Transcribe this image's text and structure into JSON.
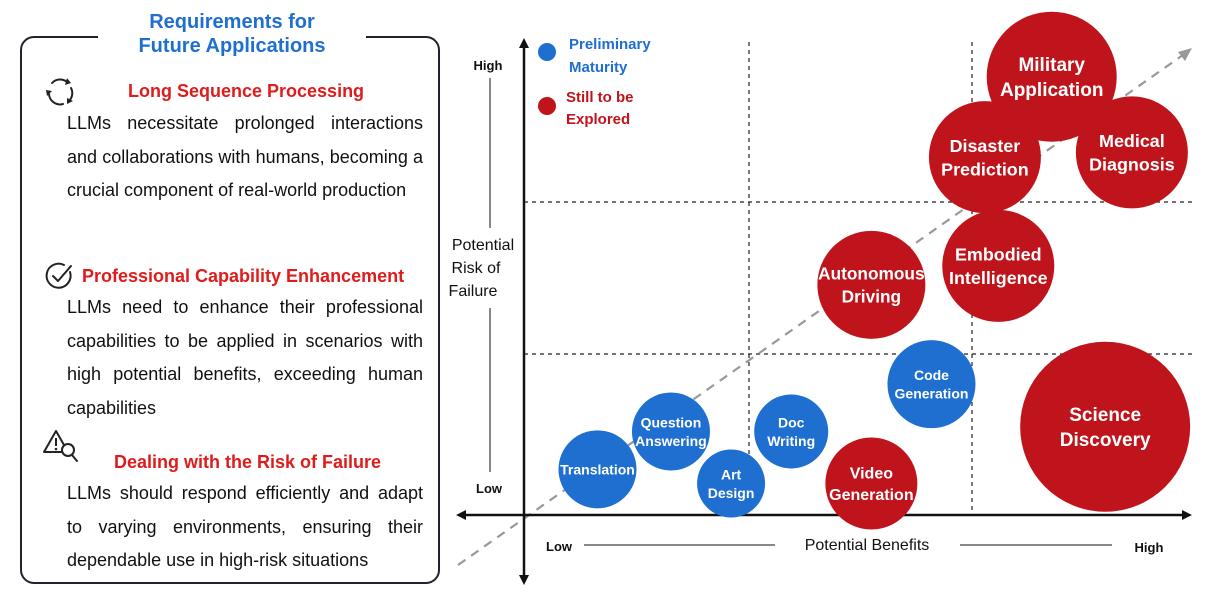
{
  "panel": {
    "title_line1": "Requirements for",
    "title_line2": "Future Applications",
    "sections": [
      {
        "heading": "Long Sequence Processing",
        "icon": "refresh-cycle-icon",
        "body": "LLMs necessitate prolonged interactions and collaborations with humans, becoming a crucial component of real-world production"
      },
      {
        "heading": "Professional Capability Enhancement",
        "icon": "check-circle-icon",
        "body": "LLMs need to enhance their professional capabilities to be applied in scenarios with high potential benefits, exceeding human capabilities"
      },
      {
        "heading": "Dealing with the Risk of Failure",
        "icon": "warning-search-icon",
        "body": "LLMs should respond efficiently and adapt to varying environments, ensuring their dependable use in high-risk situations"
      }
    ]
  },
  "chart_data": {
    "type": "bubble",
    "x_axis": {
      "label": "Potential Benefits",
      "low": "Low",
      "high": "High"
    },
    "y_axis": {
      "label_lines": [
        "Potential",
        "Risk of",
        "Failure"
      ],
      "low": "Low",
      "high": "High"
    },
    "legend": [
      {
        "lines": [
          "Preliminary",
          "Maturity"
        ],
        "color": "#1f6fd0"
      },
      {
        "lines": [
          "Still to be",
          "Explored"
        ],
        "color": "#c0141c"
      }
    ],
    "colors": {
      "preliminary": "#1f6fd0",
      "explore": "#c0141c",
      "text_blue": "#1f6fd0",
      "text_red": "#c0141c"
    },
    "bubbles": [
      {
        "lines": [
          "Translation"
        ],
        "status": "preliminary",
        "x": 0.11,
        "y": 0.16,
        "size": 0.39
      },
      {
        "lines": [
          "Question",
          "Answering"
        ],
        "status": "preliminary",
        "x": 0.22,
        "y": 0.24,
        "size": 0.39
      },
      {
        "lines": [
          "Art",
          "Design"
        ],
        "status": "preliminary",
        "x": 0.31,
        "y": 0.13,
        "size": 0.34
      },
      {
        "lines": [
          "Doc",
          "Writing"
        ],
        "status": "preliminary",
        "x": 0.4,
        "y": 0.24,
        "size": 0.37
      },
      {
        "lines": [
          "Code",
          "Generation"
        ],
        "status": "preliminary",
        "x": 0.61,
        "y": 0.34,
        "size": 0.44
      },
      {
        "lines": [
          "Video",
          "Generation"
        ],
        "status": "explore",
        "x": 0.52,
        "y": 0.13,
        "size": 0.46
      },
      {
        "lines": [
          "Autonomous",
          "Driving"
        ],
        "status": "explore",
        "x": 0.52,
        "y": 0.55,
        "size": 0.54
      },
      {
        "lines": [
          "Embodied",
          "Intelligence"
        ],
        "status": "explore",
        "x": 0.71,
        "y": 0.59,
        "size": 0.56
      },
      {
        "lines": [
          "Disaster",
          "Prediction"
        ],
        "status": "explore",
        "x": 0.69,
        "y": 0.82,
        "size": 0.56
      },
      {
        "lines": [
          "Medical",
          "Diagnosis"
        ],
        "status": "explore",
        "x": 0.91,
        "y": 0.83,
        "size": 0.56
      },
      {
        "lines": [
          "Military",
          "Application"
        ],
        "status": "explore",
        "x": 0.79,
        "y": 0.99,
        "size": 0.65
      },
      {
        "lines": [
          "Science",
          "Discovery"
        ],
        "status": "explore",
        "x": 0.87,
        "y": 0.25,
        "size": 0.85
      }
    ],
    "grid_thresholds": {
      "x": [
        0.34,
        0.67
      ],
      "y": [
        0.36,
        0.7
      ]
    },
    "trend_line": "dashed gray diagonal from low-low to high-high"
  }
}
